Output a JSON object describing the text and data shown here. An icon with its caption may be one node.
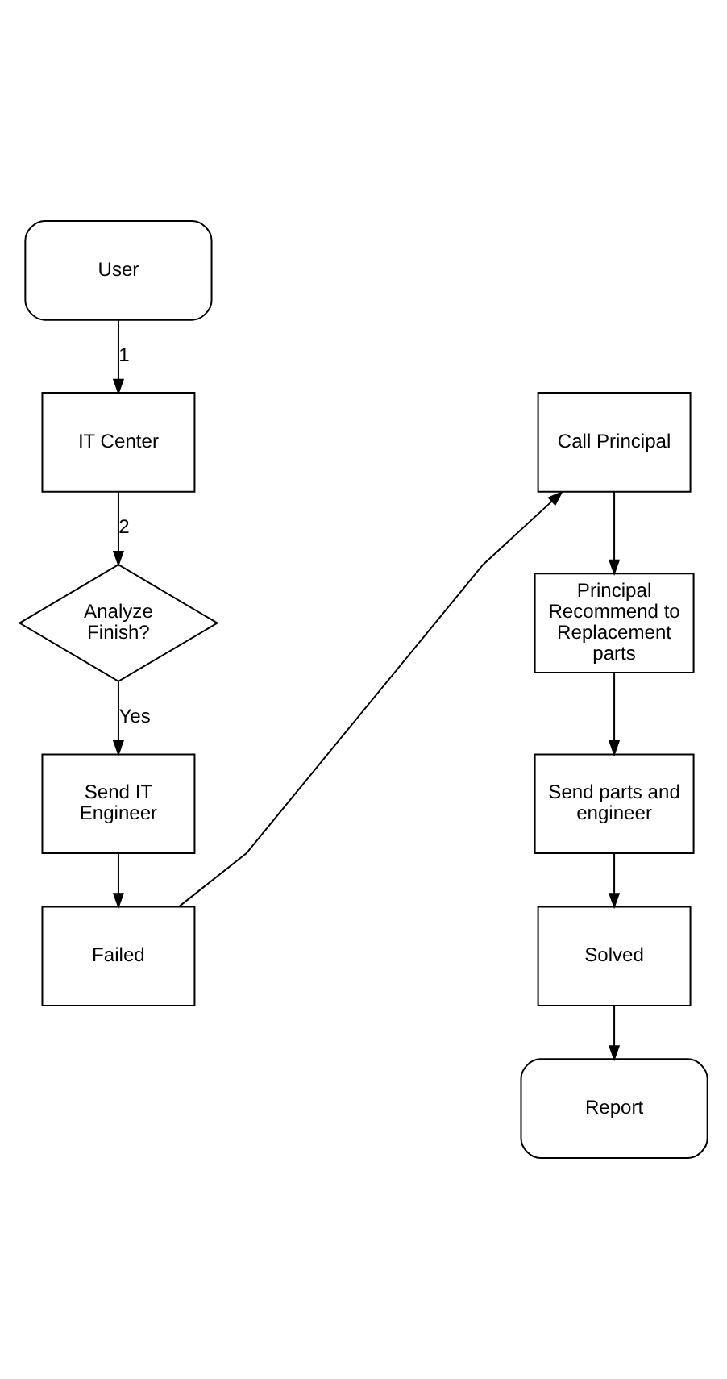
{
  "diagram": {
    "nodes": [
      {
        "text": [
          "User"
        ]
      },
      {
        "text": [
          "IT Center"
        ]
      },
      {
        "text": [
          "Analyze Finish?"
        ]
      },
      {
        "text": [
          "Send IT Engineer"
        ]
      },
      {
        "text": [
          "Failed"
        ]
      },
      {
        "text": [
          "Call Principal"
        ]
      },
      {
        "text": [
          "Principal Recommend to Replacement parts"
        ]
      },
      {
        "text": [
          "Send parts and engineer"
        ]
      },
      {
        "text": [
          "Solved"
        ]
      },
      {
        "text": [
          "Report"
        ]
      }
    ],
    "edges": [
      {
        "from": 0,
        "to": 1,
        "arrow": "to",
        "label": "1"
      },
      {
        "from": 1,
        "to": 2,
        "arrow": "to",
        "label": "2"
      },
      {
        "from": 2,
        "to": 3,
        "arrow": "to",
        "label": "Yes"
      },
      {
        "from": 3,
        "to": 4,
        "arrow": "to"
      },
      {
        "from": 4,
        "to": 5,
        "arrow": "to"
      },
      {
        "from": 5,
        "to": 6,
        "arrow": "to"
      },
      {
        "from": 6,
        "to": 7,
        "arrow": "to"
      },
      {
        "from": 7,
        "to": 8,
        "arrow": "to"
      },
      {
        "from": 8,
        "to": 9,
        "arrow": "to"
      }
    ]
  }
}
